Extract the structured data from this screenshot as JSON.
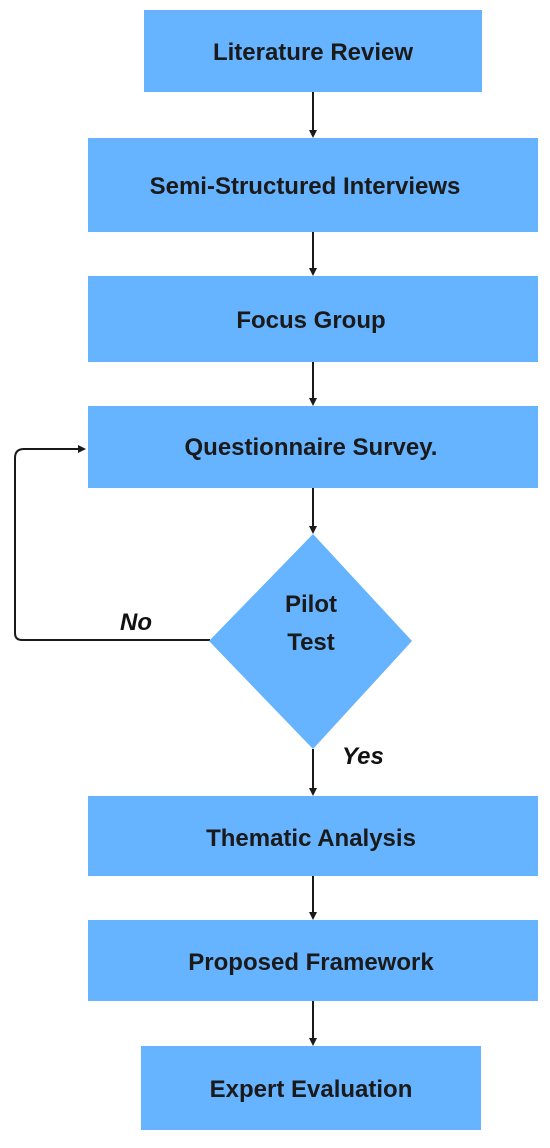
{
  "diagram": {
    "colors": {
      "node_fill": "#66b3ff",
      "connector": "#1a1a1a",
      "text": "#1a1a1a"
    },
    "steps": [
      {
        "id": "literature-review",
        "label": "Literature Review"
      },
      {
        "id": "semi-structured-interviews",
        "label": "Semi-Structured Interviews"
      },
      {
        "id": "focus-group",
        "label": "Focus Group"
      },
      {
        "id": "questionnaire-survey",
        "label": "Questionnaire Survey."
      },
      {
        "id": "pilot-test",
        "label_lines": [
          "Pilot",
          "Test"
        ],
        "shape": "diamond"
      },
      {
        "id": "thematic-analysis",
        "label": "Thematic Analysis"
      },
      {
        "id": "proposed-framework",
        "label": "Proposed Framework"
      },
      {
        "id": "expert-evaluation",
        "label": "Expert Evaluation"
      }
    ],
    "edge_labels": {
      "no": "No",
      "yes": "Yes"
    }
  }
}
